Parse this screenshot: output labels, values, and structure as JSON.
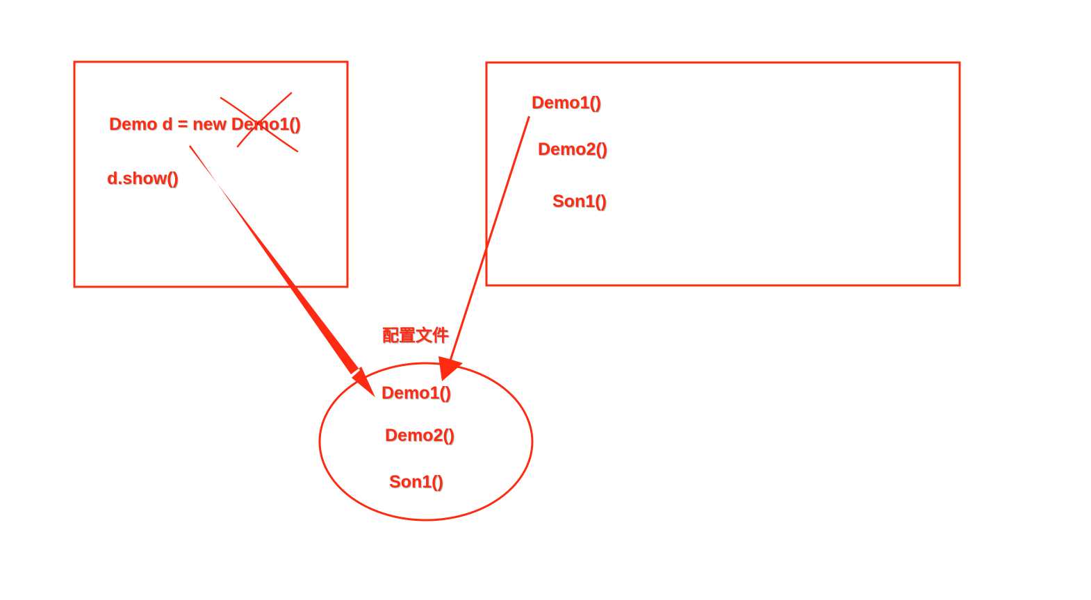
{
  "colors": {
    "accent": "#ff2a12"
  },
  "left_box": {
    "line1": "Demo d = new Demo1()",
    "line2": "d.show()"
  },
  "right_box": {
    "items": [
      "Demo1()",
      "Demo2()",
      "Son1()"
    ]
  },
  "config": {
    "title": "配置文件",
    "items": [
      "Demo1()",
      "Demo2()",
      "Son1()"
    ]
  }
}
